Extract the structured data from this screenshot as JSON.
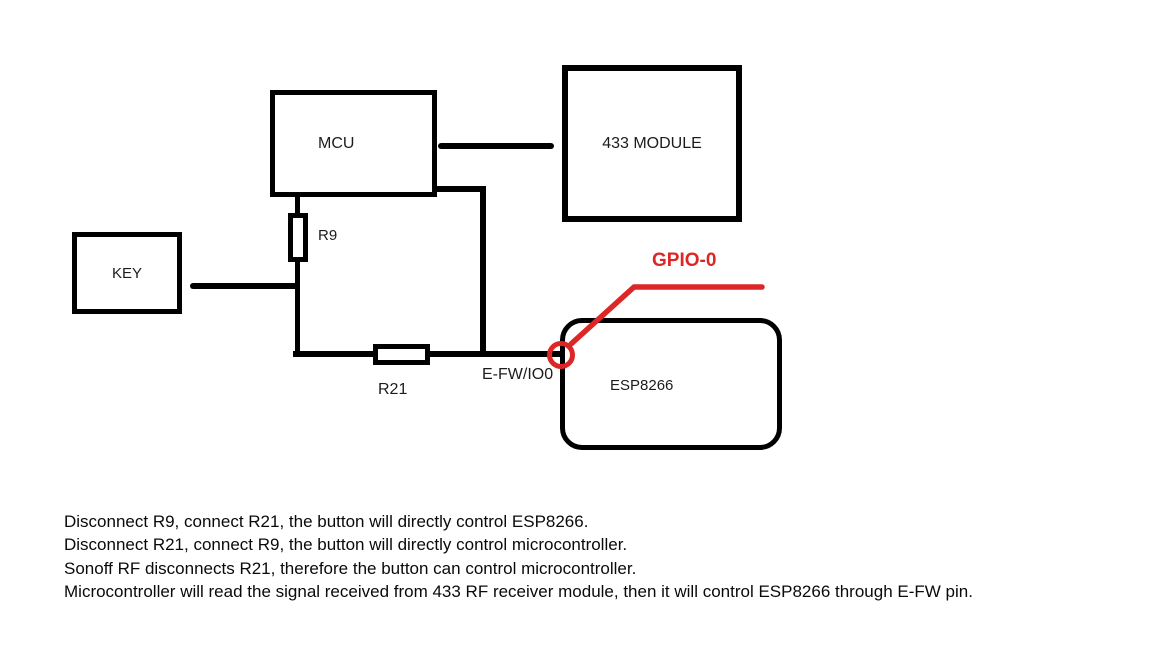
{
  "diagram": {
    "blocks": {
      "mcu": "MCU",
      "module433": "433 MODULE",
      "key": "KEY",
      "esp8266": "ESP8266"
    },
    "components": {
      "r9": "R9",
      "r21": "R21"
    },
    "pin_labels": {
      "efw": "E-FW/IO0",
      "gpio": "GPIO-0"
    },
    "colors": {
      "wire": "#000000",
      "annotation": "#dd2626"
    }
  },
  "notes": {
    "lines": [
      "Disconnect R9, connect R21, the button will directly control ESP8266.",
      "Disconnect R21, connect R9, the button will directly control microcontroller.",
      "Sonoff RF disconnects R21, therefore the button can control microcontroller.",
      "Microcontroller will read the signal received from 433 RF receiver module, then it will control ESP8266 through E-FW pin."
    ]
  }
}
